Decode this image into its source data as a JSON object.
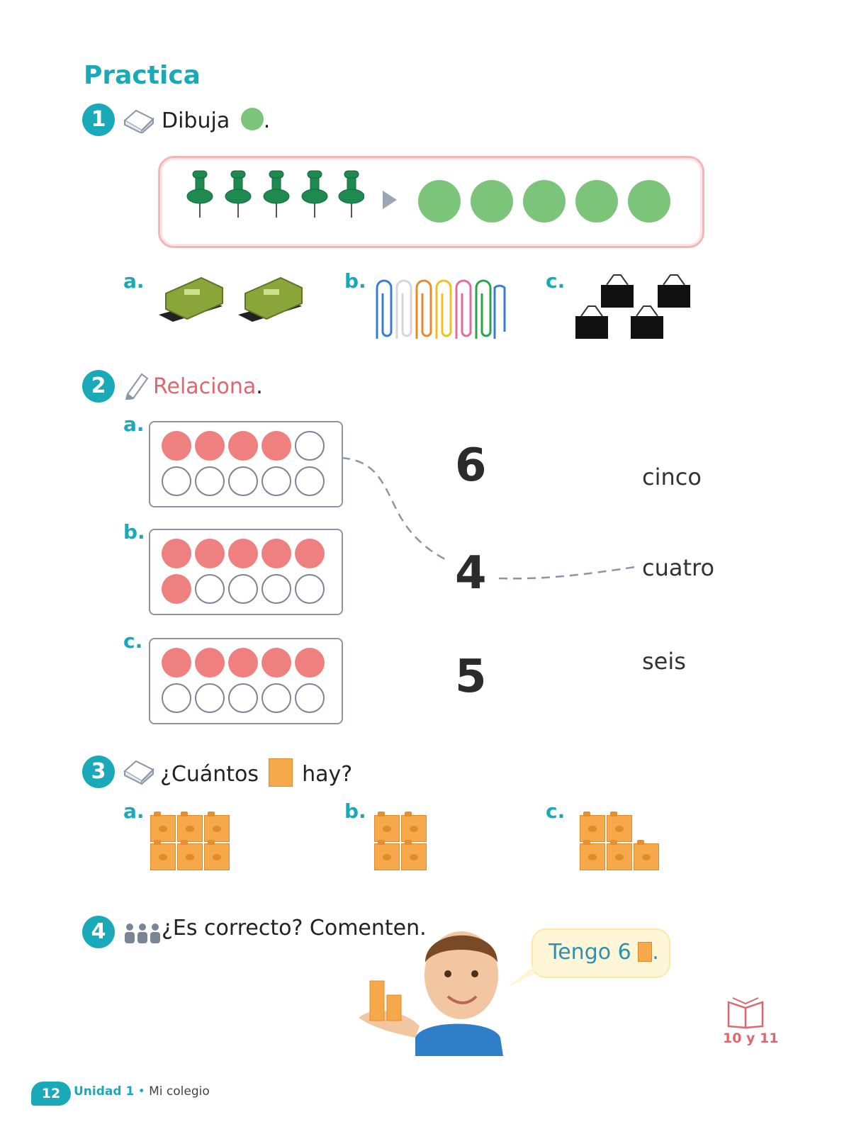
{
  "section_title": "Practica",
  "ex1": {
    "number": "1",
    "instruction": "Dibuja",
    "period": ".",
    "items": [
      "a.",
      "b.",
      "c."
    ]
  },
  "ex2": {
    "number": "2",
    "instruction": "Relaciona",
    "period": ".",
    "items": [
      {
        "letter": "a.",
        "filled": 4
      },
      {
        "letter": "b.",
        "filled": 6
      },
      {
        "letter": "c.",
        "filled": 5
      }
    ],
    "numbers": [
      "6",
      "4",
      "5"
    ],
    "words": [
      "cinco",
      "cuatro",
      "seis"
    ]
  },
  "ex3": {
    "number": "3",
    "instruction_pre": "¿Cuántos",
    "instruction_post": "hay?",
    "items": [
      "a.",
      "b.",
      "c."
    ]
  },
  "ex4": {
    "number": "4",
    "instruction": "¿Es correcto? Comenten.",
    "bubble_text": "Tengo 6",
    "bubble_period": "."
  },
  "book_ref": "10 y 11",
  "footer": {
    "page_number": "12",
    "unit": "Unidad 1",
    "separator": "•",
    "unit_title": "Mi colegio"
  },
  "colors": {
    "teal": "#1aa9b8",
    "green": "#7cc47a",
    "pink": "#ef8080",
    "red_text": "#e0666e",
    "orange": "#f6a94a"
  }
}
